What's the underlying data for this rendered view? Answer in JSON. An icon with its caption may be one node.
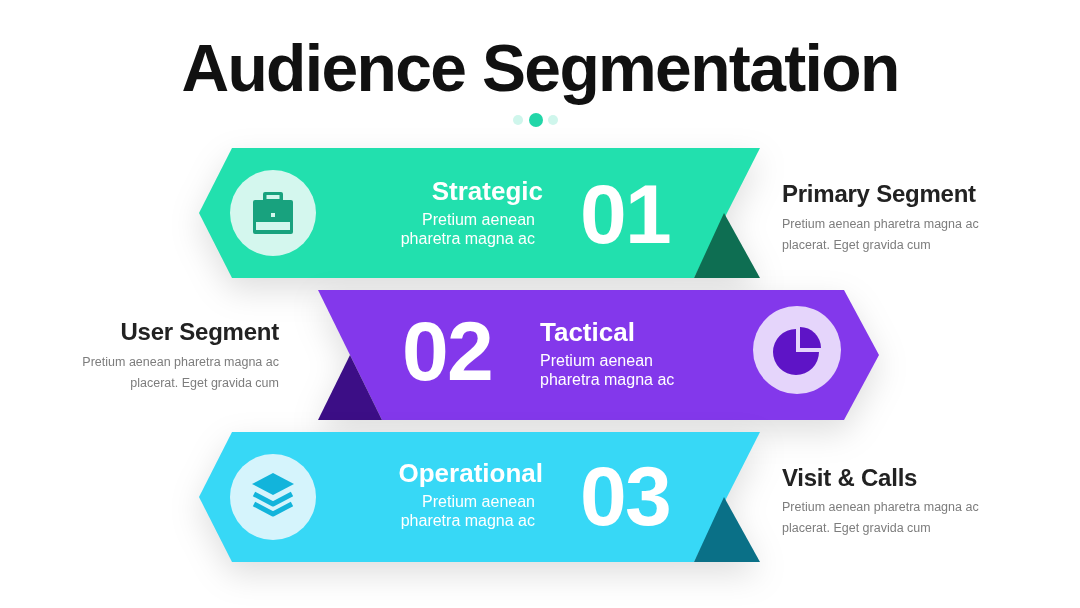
{
  "diagram": {
    "title": "Audience Segmentation",
    "nodes": [
      {
        "text": [
          "Strategic",
          "Pretium aenean pharetra magna ac",
          "01"
        ],
        "beside": [
          "Primary Segment",
          "Pretium aenean pharetra magna ac placerat. Eget gravida cum"
        ]
      },
      {
        "text": [
          "02",
          "Tactical",
          "Pretium aenean pharetra magna ac"
        ],
        "beside": [
          "User Segment",
          "Pretium aenean pharetra magna ac placerat. Eget gravida cum"
        ]
      },
      {
        "text": [
          "Operational",
          "Pretium aenean pharetra magna ac",
          "03"
        ],
        "beside": [
          "Visit & Calls",
          "Pretium aenean pharetra magna ac placerat. Eget gravida cum"
        ]
      }
    ]
  }
}
